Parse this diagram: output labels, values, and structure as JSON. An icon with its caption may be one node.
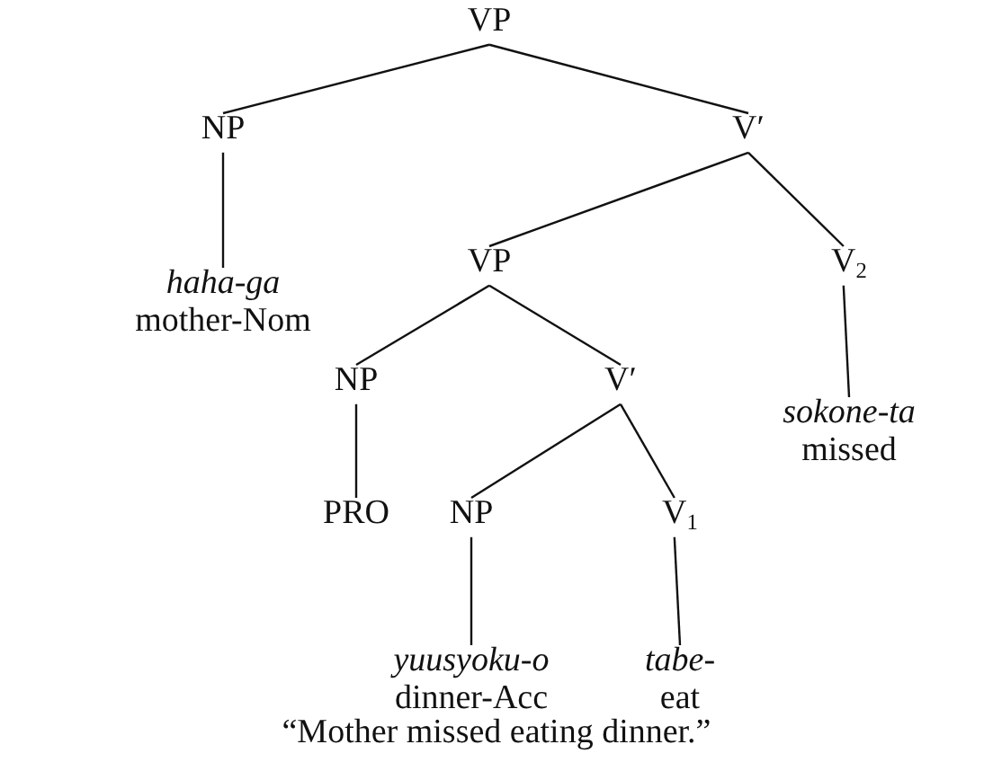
{
  "diagram": {
    "caption": "“Mother missed eating dinner.”",
    "nodes": [
      {
        "text": [
          "VP"
        ]
      },
      {
        "text": [
          "NP"
        ]
      },
      {
        "text": [
          "V′"
        ]
      },
      {
        "text": [
          "haha-ga",
          "mother-Nom"
        ]
      },
      {
        "text": [
          "VP"
        ]
      },
      {
        "text": [
          "V$_{2}$"
        ]
      },
      {
        "text": [
          "NP"
        ]
      },
      {
        "text": [
          "V′"
        ]
      },
      {
        "text": [
          "sokone-ta",
          "missed"
        ]
      },
      {
        "text": [
          "PRO"
        ]
      },
      {
        "text": [
          "NP"
        ]
      },
      {
        "text": [
          "V$_{1}$"
        ]
      },
      {
        "text": [
          "yuusyoku-o",
          "dinner-Acc"
        ]
      },
      {
        "text": [
          "tabe-",
          "eat"
        ]
      }
    ],
    "edges": [
      {
        "from": 0,
        "to": 1,
        "arrow": "none"
      },
      {
        "from": 0,
        "to": 2,
        "arrow": "none"
      },
      {
        "from": 1,
        "to": 3,
        "arrow": "none"
      },
      {
        "from": 2,
        "to": 4,
        "arrow": "none"
      },
      {
        "from": 2,
        "to": 5,
        "arrow": "none"
      },
      {
        "from": 4,
        "to": 6,
        "arrow": "none"
      },
      {
        "from": 4,
        "to": 7,
        "arrow": "none"
      },
      {
        "from": 5,
        "to": 8,
        "arrow": "none"
      },
      {
        "from": 6,
        "to": 9,
        "arrow": "none"
      },
      {
        "from": 7,
        "to": 10,
        "arrow": "none"
      },
      {
        "from": 7,
        "to": 11,
        "arrow": "none"
      },
      {
        "from": 10,
        "to": 12,
        "arrow": "none"
      },
      {
        "from": 11,
        "to": 13,
        "arrow": "none"
      }
    ]
  }
}
